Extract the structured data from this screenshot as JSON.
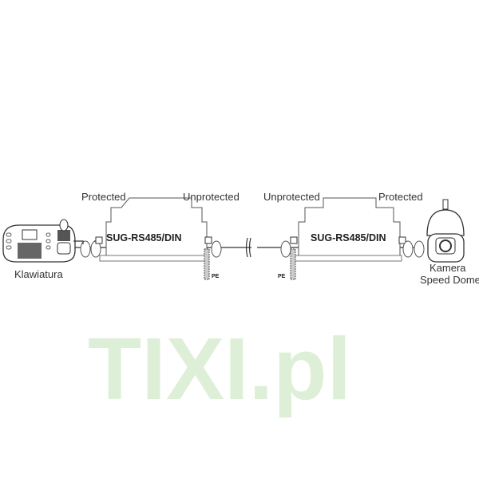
{
  "watermark": "TIXI.pl",
  "left_device": {
    "name": "SUG-RS485/DIN",
    "left_side": "Protected",
    "right_side": "Unprotected",
    "ground": "PE"
  },
  "right_device": {
    "name": "SUG-RS485/DIN",
    "left_side": "Unprotected",
    "right_side": "Protected",
    "ground": "PE"
  },
  "keyboard": {
    "label": "Klawiatura"
  },
  "camera": {
    "label_line1": "Kamera",
    "label_line2": "Speed Dome"
  }
}
